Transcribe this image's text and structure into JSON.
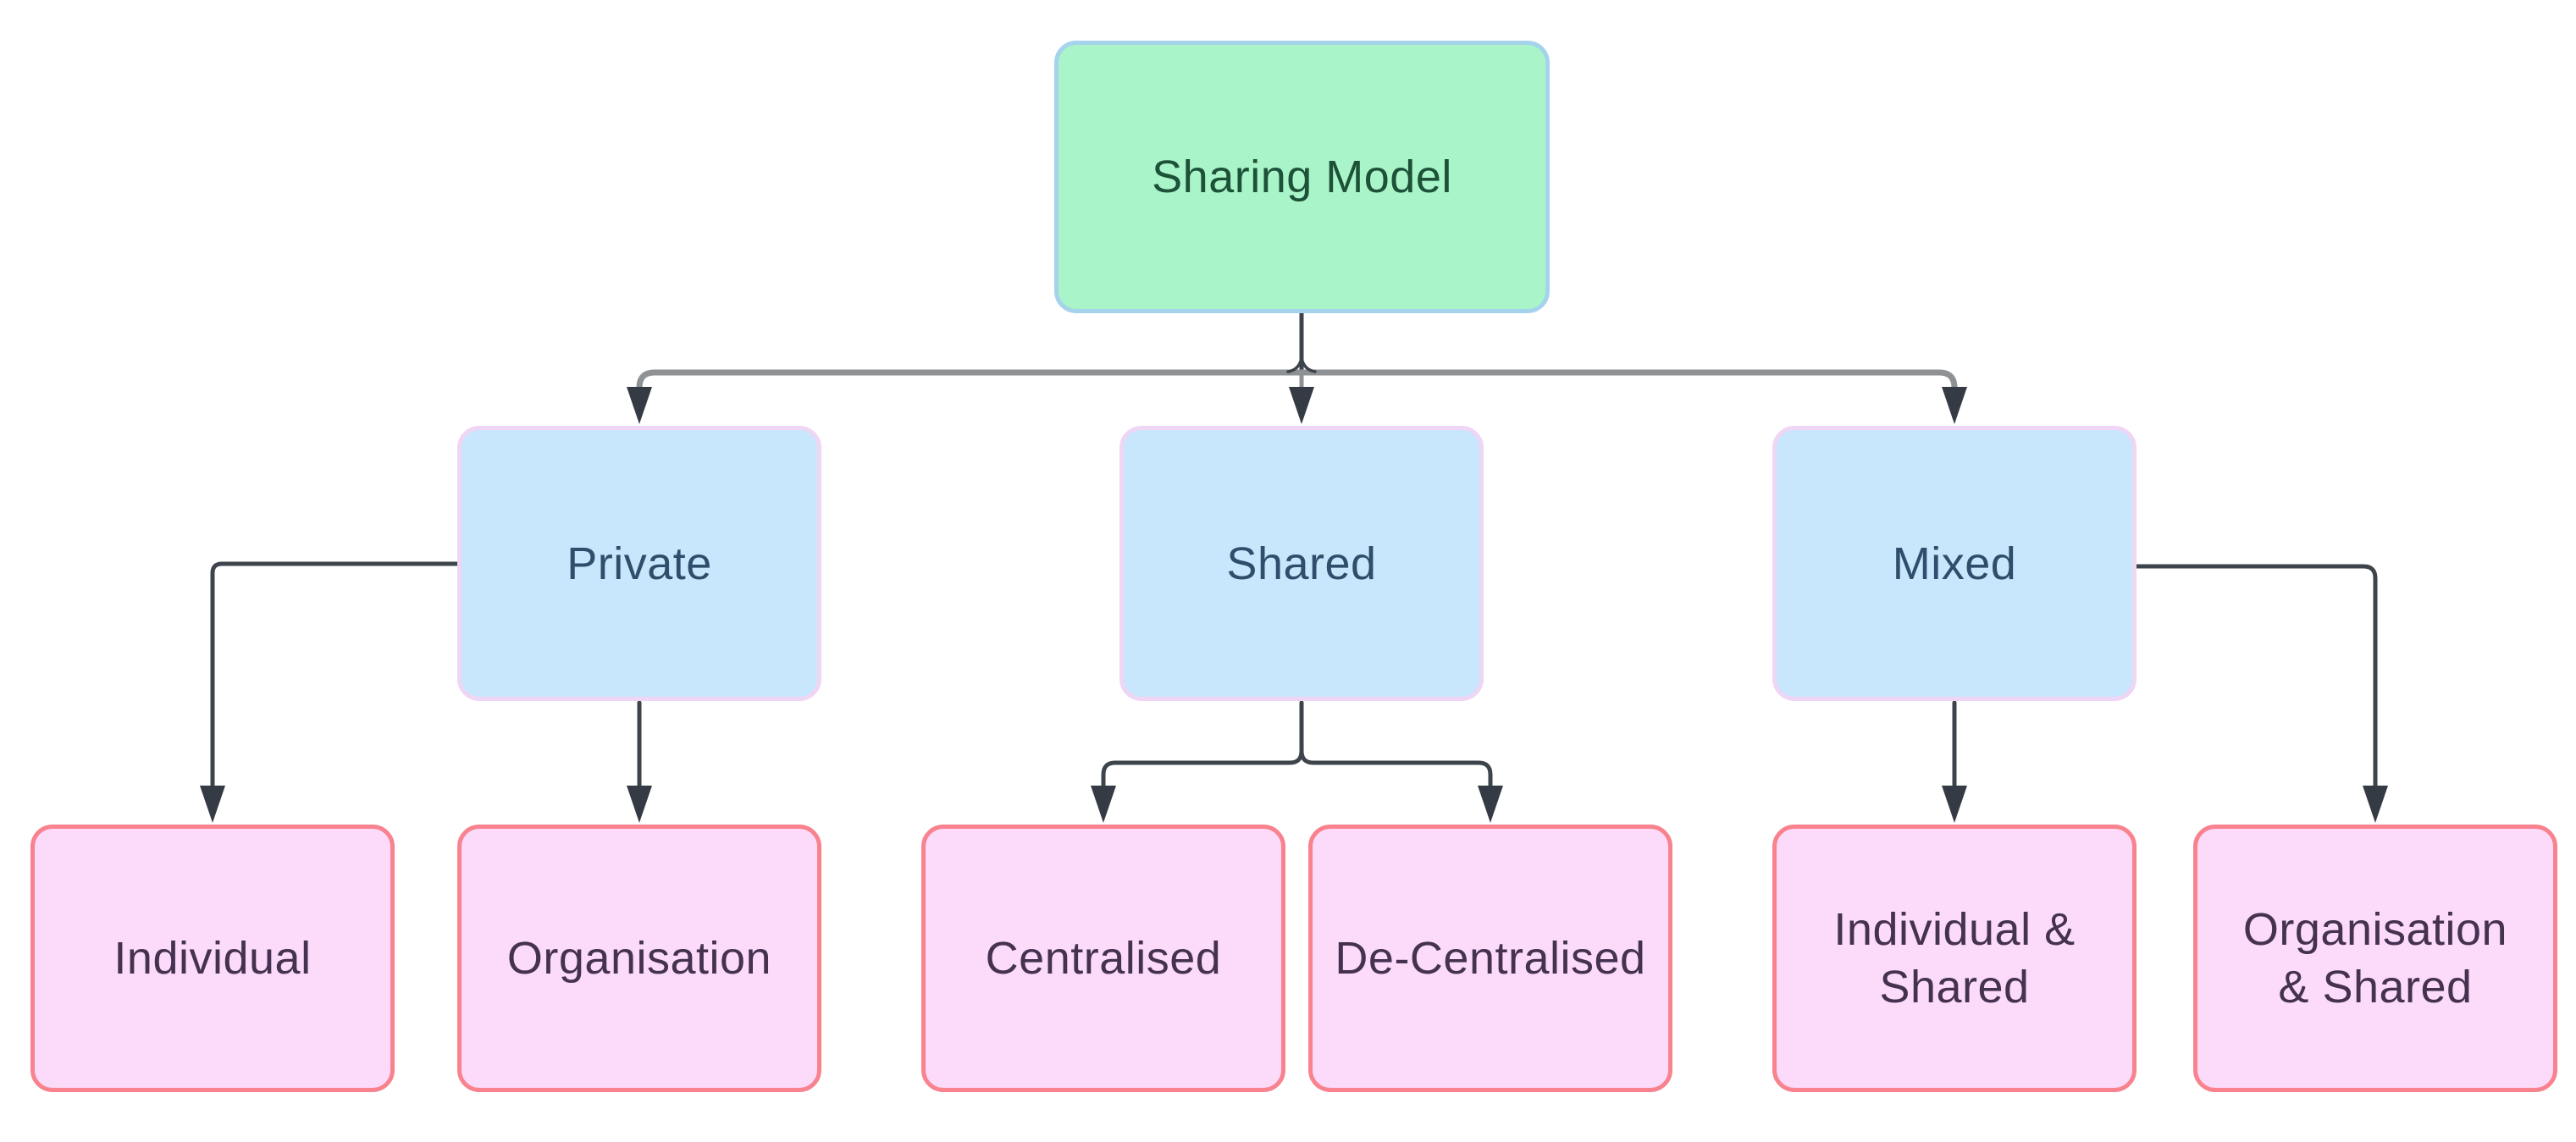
{
  "diagram": {
    "title": "Sharing Model",
    "type": "tree-flowchart",
    "nodes": {
      "root": {
        "label": "Sharing Model",
        "level": 1
      },
      "private": {
        "label": "Private",
        "level": 2
      },
      "shared": {
        "label": "Shared",
        "level": 2
      },
      "mixed": {
        "label": "Mixed",
        "level": 2
      },
      "individual": {
        "label": "Individual",
        "level": 3
      },
      "organisation": {
        "label": "Organisation",
        "level": 3
      },
      "centralised": {
        "label": "Centralised",
        "level": 3
      },
      "decentralised": {
        "label": "De-Centralised",
        "level": 3
      },
      "individual_shared": {
        "label": "Individual &\nShared",
        "level": 3
      },
      "organisation_shared": {
        "label": "Organisation\n& Shared",
        "level": 3
      }
    },
    "edges": [
      {
        "from": "Sharing Model",
        "to": "Private"
      },
      {
        "from": "Sharing Model",
        "to": "Shared"
      },
      {
        "from": "Sharing Model",
        "to": "Mixed"
      },
      {
        "from": "Private",
        "to": "Individual"
      },
      {
        "from": "Private",
        "to": "Organisation"
      },
      {
        "from": "Shared",
        "to": "Centralised"
      },
      {
        "from": "Shared",
        "to": "De-Centralised"
      },
      {
        "from": "Mixed",
        "to": "Individual & Shared"
      },
      {
        "from": "Mixed",
        "to": "Organisation & Shared"
      }
    ],
    "colors": {
      "background": "#ffffff",
      "level1_fill": "#a9f4c8",
      "level1_border": "#a6d3ec",
      "level1_text": "#1d5138",
      "level2_fill": "#c8e6fc",
      "level2_border": "#eed6f4",
      "level2_text": "#2e4e6b",
      "level3_fill": "#fbdafa",
      "level3_border": "#f8828e",
      "level3_text": "#453150",
      "connector": "#3e444b",
      "distribution_rail": "#8f9294",
      "arrowhead": "#353b44"
    }
  }
}
